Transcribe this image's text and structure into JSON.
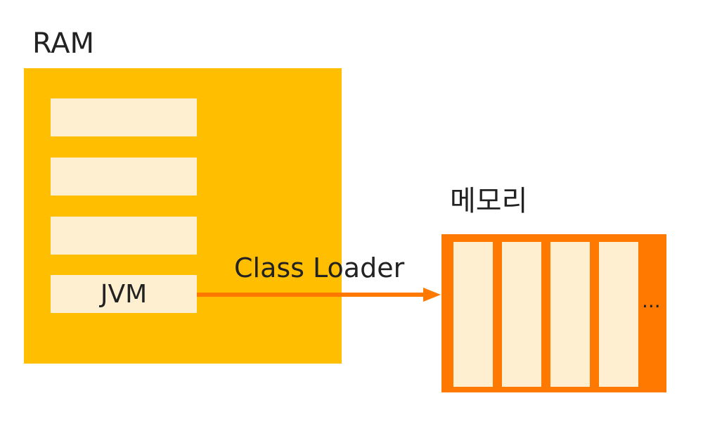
{
  "diagram": {
    "ram_label": "RAM",
    "memory_label": "메모리",
    "jvm_label": "JVM",
    "loader_label": "Class Loader",
    "memory_overflow": "...",
    "colors": {
      "ram_fill": "#FFBE00",
      "slot_fill": "#FDEFD0",
      "memory_fill": "#FF7800",
      "arrow": "#FF7800",
      "text": "#222222"
    }
  }
}
